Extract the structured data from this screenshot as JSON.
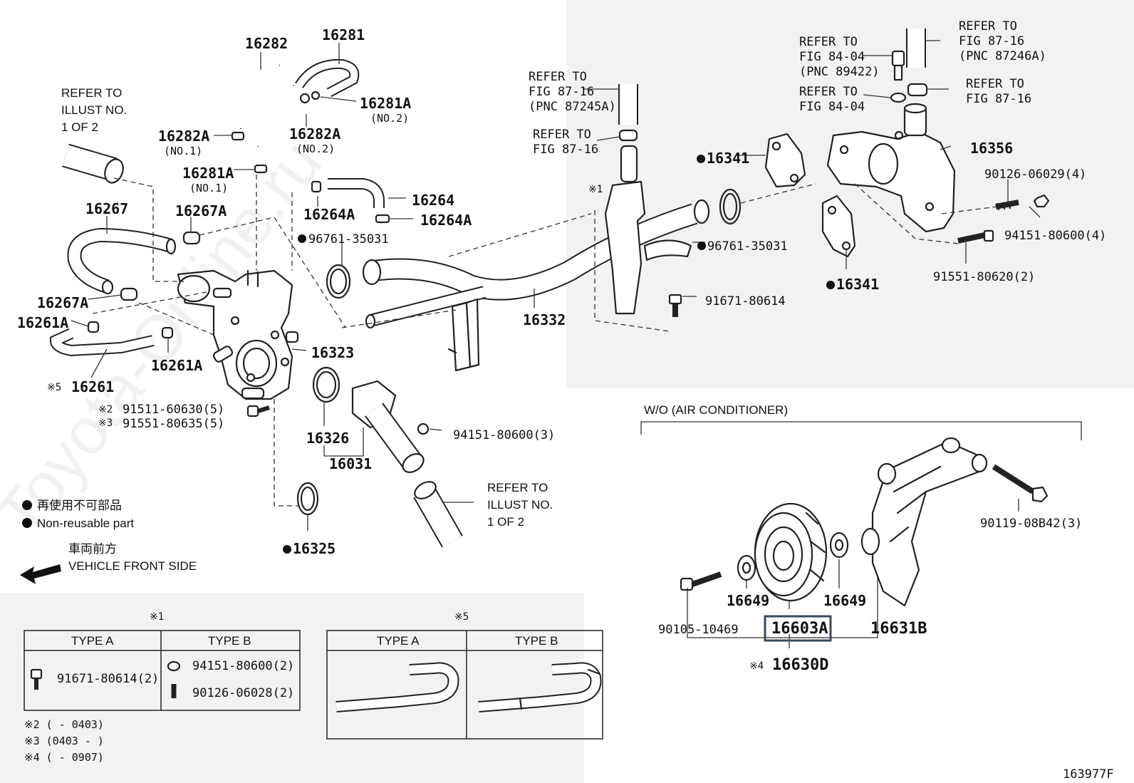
{
  "diagram": {
    "watermark": "Toyota-Online.ru",
    "figure_id": "163977F",
    "part_labels": {
      "p16282": "16282",
      "p16281": "16281",
      "p16281A_no2": "16281A",
      "no2_a": "(NO.2)",
      "p16282A_no1": "16282A",
      "no1_a": "(NO.1)",
      "p16282A_no2": "16282A",
      "no2_b": "(NO.2)",
      "p16281A_no1": "16281A",
      "no1_b": "(NO.1)",
      "p16267": "16267",
      "p16267A_top": "16267A",
      "p16267A_left": "16267A",
      "p16261A_left": "16261A",
      "p16261A_right": "16261A",
      "p16261": "16261",
      "p16264": "16264",
      "p16264A_left": "16264A",
      "p16264A_right": "16264A",
      "p96761_left": "96761-35031",
      "p96761_right": "96761-35031",
      "p16323": "16323",
      "p16332": "16332",
      "p16326": "16326",
      "p16031": "16031",
      "p16325": "16325",
      "p16341_top": "16341",
      "p16341_bottom": "16341",
      "p16356": "16356",
      "p90126": "90126-06029(4)",
      "p94151_right": "94151-80600(4)",
      "p91551_right": "91551-80620(2)",
      "p91671": "91671-80614",
      "p94151_mid": "94151-80600(3)",
      "p91511": "91511-60630(5)",
      "p91551_left": "91551-80635(5)",
      "p90119": "90119-08B42(3)",
      "p16649_left": "16649",
      "p16649_right": "16649",
      "p90105": "90105-10469",
      "p16603A": "16603A",
      "p16631B": "16631B",
      "p16630D": "16630D"
    },
    "markers": {
      "m1": "※1",
      "m2": "※2",
      "m3": "※3",
      "m4": "※4",
      "m5": "※5"
    },
    "refs": {
      "refer_to": "REFER TO",
      "illust_no": "ILLUST NO.",
      "one_of_two": "1 OF 2",
      "fig_87_16": "FIG 87-16",
      "fig_84_04": "FIG 84-04",
      "pnc_87245A": "(PNC 87245A)",
      "pnc_89422": "(PNC 89422)",
      "pnc_87246A": "(PNC 87246A)"
    },
    "legend": {
      "non_reusable_jp": "再使用不可部品",
      "non_reusable_en": "Non-reusable part",
      "front_jp": "車両前方",
      "front_en": "VEHICLE FRONT SIDE"
    },
    "wo_ac": "W/O (AIR CONDITIONER)",
    "table1": {
      "type_a": "TYPE A",
      "type_b": "TYPE B",
      "a_part": "91671-80614(2)",
      "b_part1": "94151-80600(2)",
      "b_part2": "90126-06028(2)"
    },
    "table5": {
      "type_a": "TYPE A",
      "type_b": "TYPE B"
    },
    "notes": {
      "n2": "※2 (        - 0403)",
      "n3": "※3 (0403 -        )",
      "n4": "※4 (        - 0907)"
    }
  }
}
